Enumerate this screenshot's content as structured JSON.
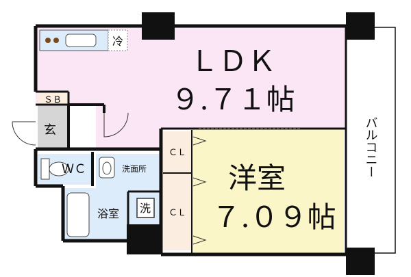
{
  "rooms": {
    "ldk": {
      "name": "ＬＤＫ",
      "size": "９.７１帖"
    },
    "western": {
      "name": "洋室",
      "size": "７.０９帖"
    },
    "balcony": {
      "name": "バルコニー"
    },
    "entrance": {
      "name": "玄"
    },
    "shoe_box": {
      "name": "ＳＢ"
    },
    "toilet": {
      "name": "ＷＣ"
    },
    "washroom": {
      "name": "洗面所"
    },
    "bathroom": {
      "name": "浴室"
    },
    "washer": {
      "name": "洗"
    },
    "fridge": {
      "name": "冷"
    },
    "closet_upper": {
      "name": "ＣＬ"
    },
    "closet_lower": {
      "name": "ＣＬ"
    }
  },
  "colors": {
    "ldk": "#fbe6f6",
    "western": "#fbf6c8",
    "wet_area": "#dcecfb",
    "closet": "#fbeee0",
    "entrance": "#d6d6d6",
    "balcony": "#ffffff",
    "wall": "#111111",
    "pillar": "#111111"
  }
}
